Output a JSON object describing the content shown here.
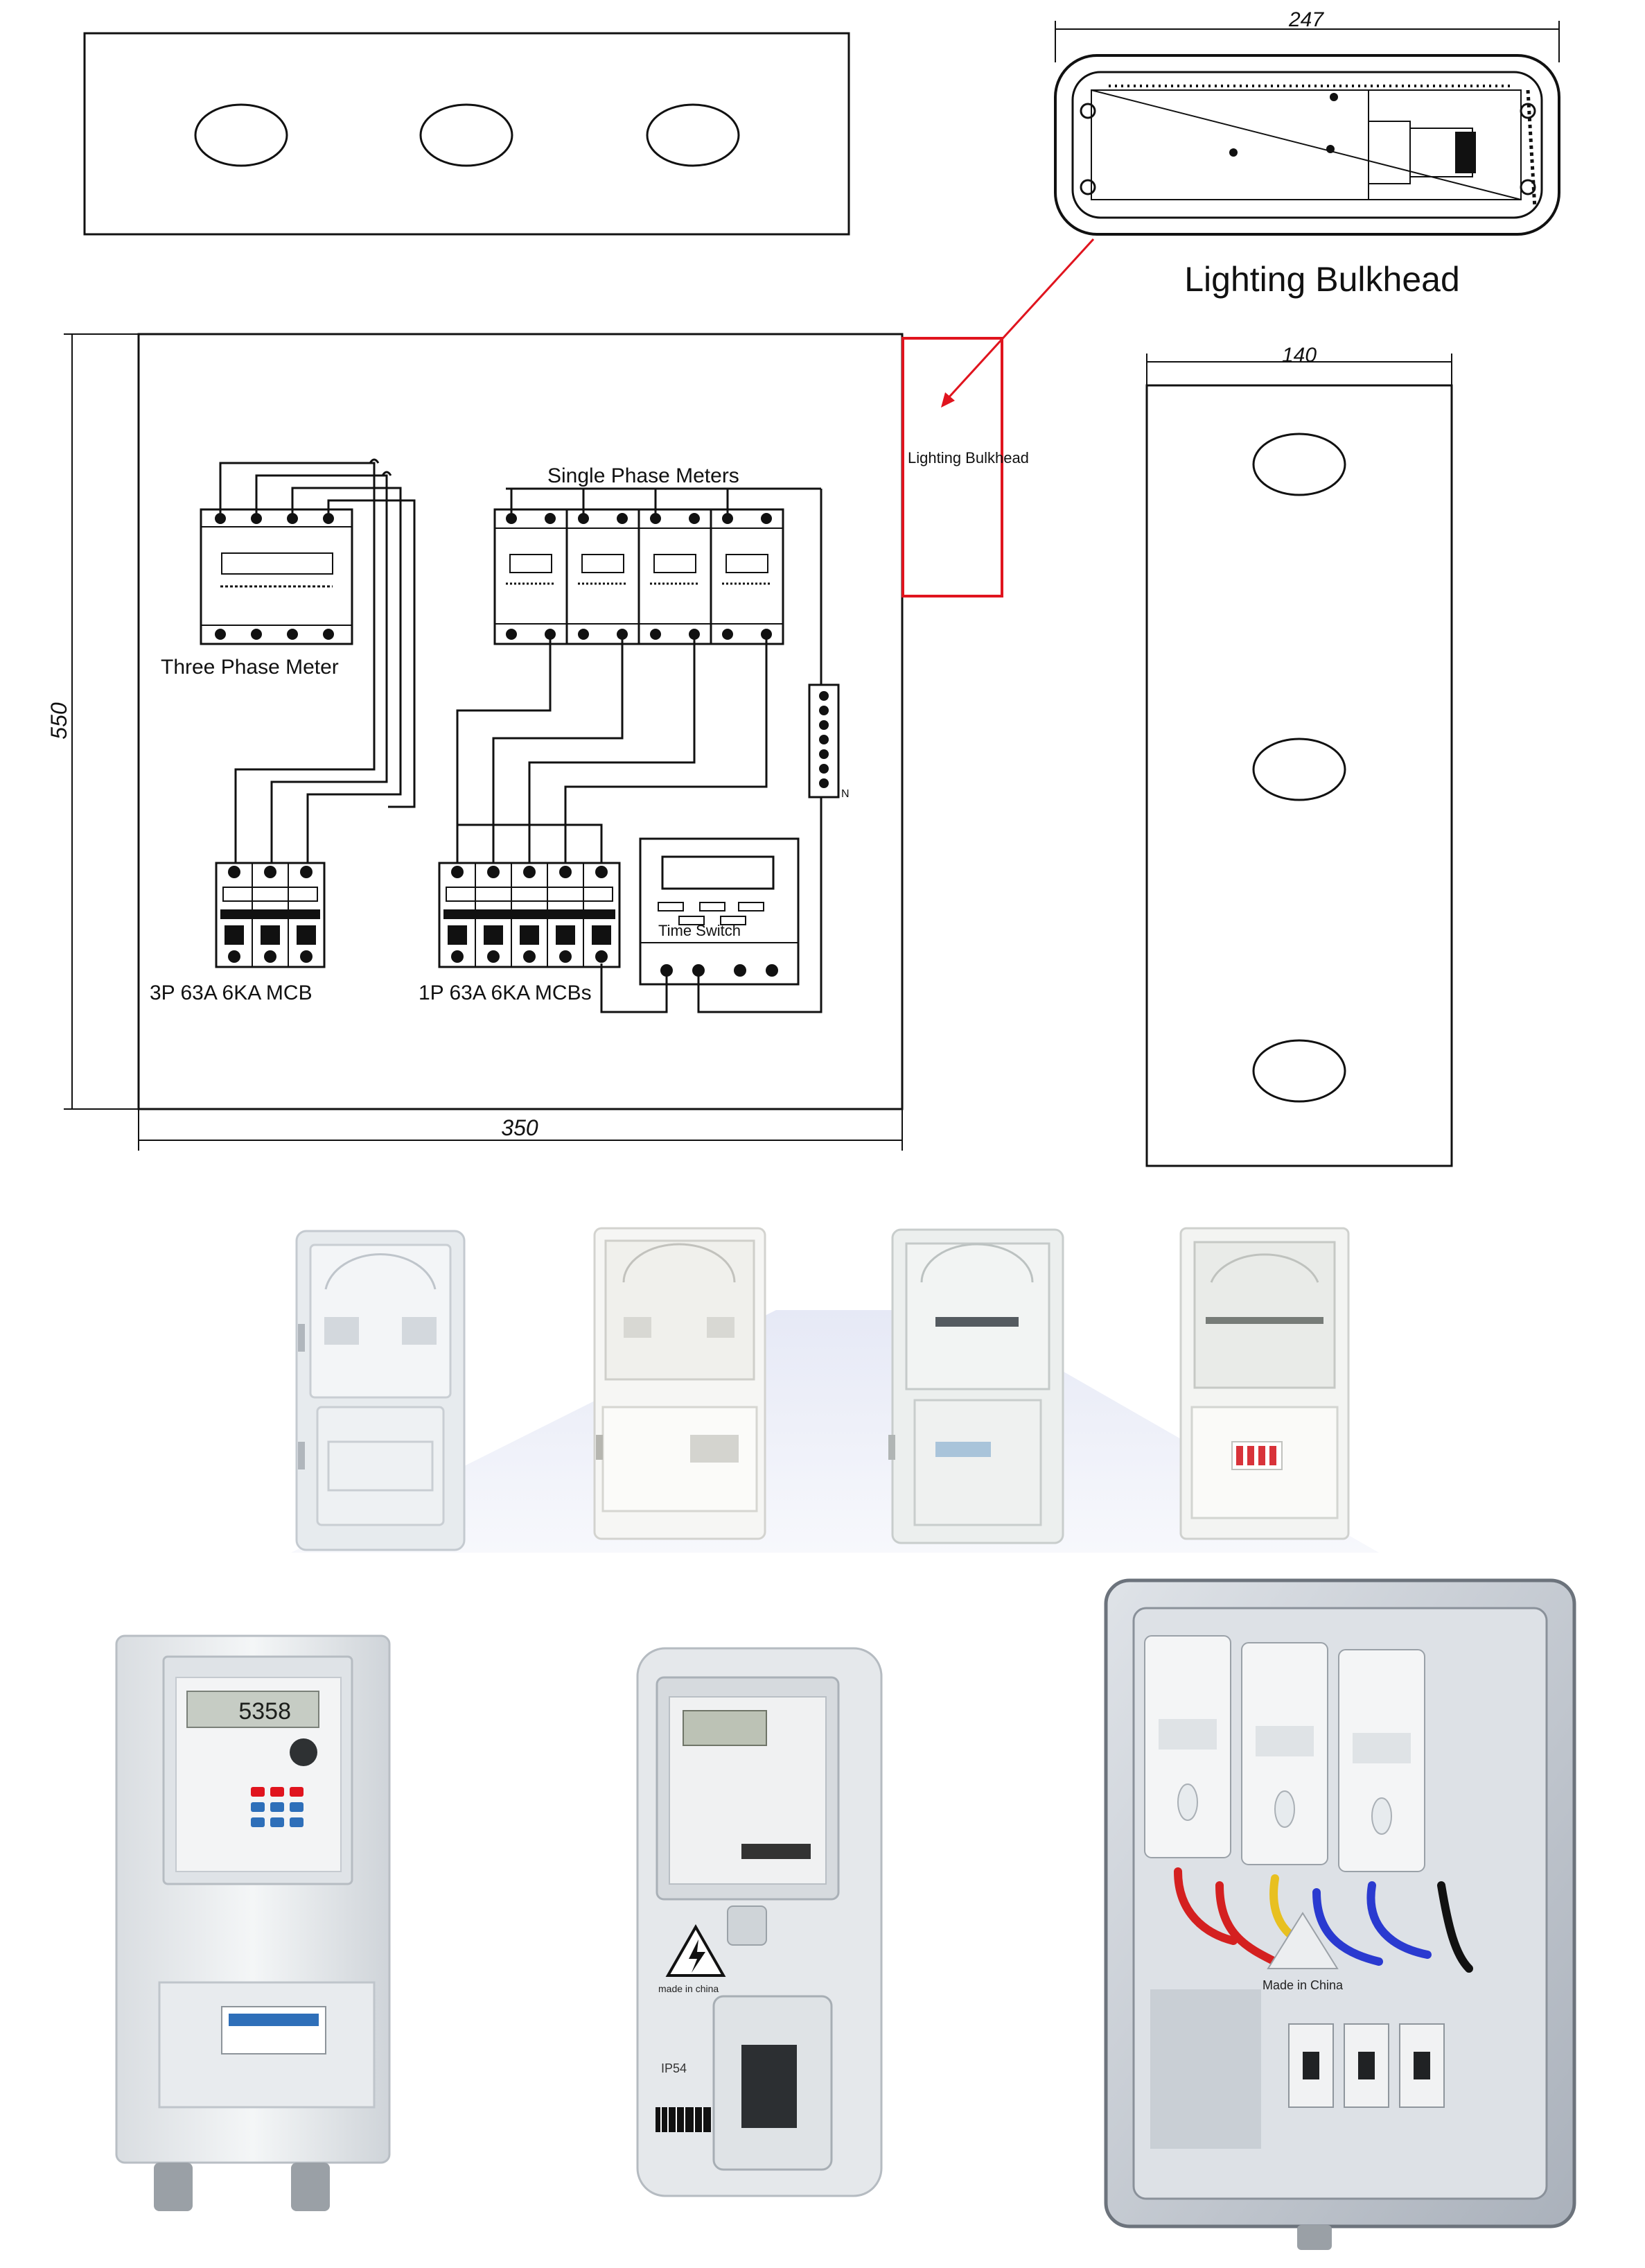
{
  "bulkhead": {
    "width_dim": "247",
    "caption": "Lighting Bulkhead"
  },
  "panel": {
    "height_dim": "550",
    "width_dim": "350",
    "lighting_box_label": "Lighting Bulkhead",
    "single_phase_title": "Single Phase Meters",
    "three_phase_label": "Three Phase Meter",
    "mcb3p_label": "3P 63A 6KA MCB",
    "mcb1p_label": "1P 63A 6KA MCBs",
    "time_switch_label": "Time Switch",
    "neutral_bar_label": "N"
  },
  "side_strip": {
    "width_dim": "140"
  },
  "photos": {
    "meter_reading": "5358",
    "warning_text": "made in china",
    "ip_rating": "IP54",
    "made_in": "Made in China"
  },
  "colors": {
    "line": "#111111",
    "accent_red": "#e0141e",
    "enclosure": "#eef0f2",
    "transparent_cover": "#c9ced6"
  }
}
